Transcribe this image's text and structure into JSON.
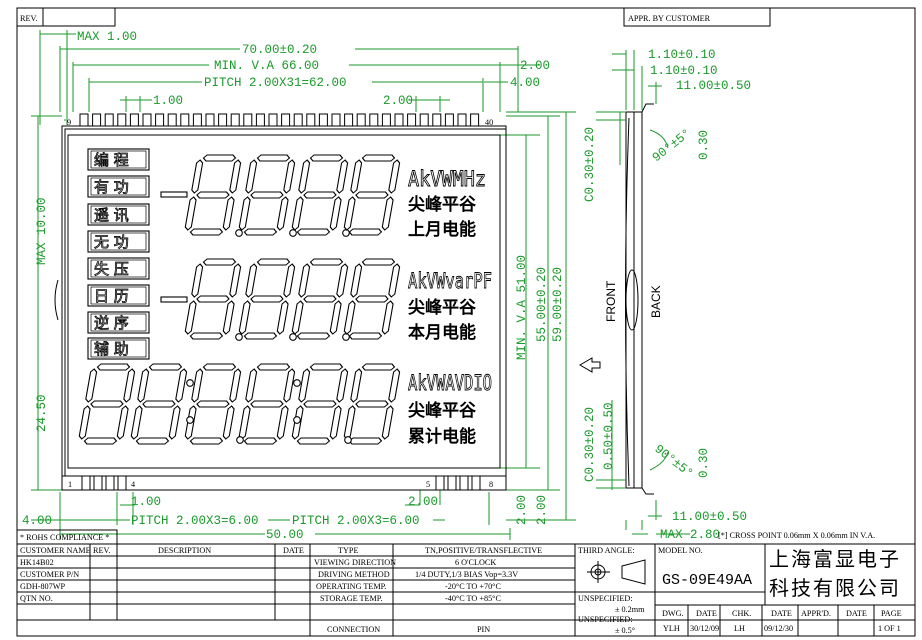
{
  "header": {
    "rev_label": "REV.",
    "appr_label": "APPR. BY CUSTOMER"
  },
  "dimensions": {
    "max_1": "MAX 1.00",
    "width_70": "70.00±0.20",
    "min_va_66": "MIN. V.A 66.00",
    "pitch_top": "PITCH 2.00X31=62.00",
    "d2_top": "2.00",
    "d4_top": "4.00",
    "d1_pin": "1.00",
    "d2_pin": "2.00",
    "max_10": "MAX 10.00",
    "d24_5": "24.50",
    "min_va_51": "MIN. V.A 51.00",
    "h55": "55.00±0.20",
    "h59": "59.00±0.20",
    "d2_right_a": "2.00",
    "d2_right_b": "2.00",
    "d4_bottom": "4.00",
    "d1_bottom": "1.00",
    "pitch_bl": "PITCH 2.00X3=6.00",
    "pitch_br": "PITCH 2.00X3=6.00",
    "d2_bottom": "2.00",
    "width_50": "50.00",
    "side_110a": "1.10±0.10",
    "side_110b": "1.10±0.10",
    "side_11a": "11.00±0.50",
    "side_11b": "11.00±0.50",
    "side_c030a": "C0.30±0.20",
    "side_c030b": "C0.30±0.20",
    "side_050": "0.50±0.50",
    "side_030a": "0.30",
    "side_030b": "0.30",
    "side_90a": "90°±5°",
    "side_90b": "90°±5°",
    "side_front": "FRONT",
    "side_back": "BACK",
    "side_max": "MAX 2.80"
  },
  "lcd": {
    "pin_top_left": "9",
    "pin_top_right": "40",
    "pin_bottom_left": "1",
    "pin_bottom_4": "4",
    "pin_bottom_5": "5",
    "pin_bottom_8": "8",
    "labels": [
      "编 程",
      "有 功",
      "遥 讯",
      "无 功",
      "失 压",
      "日 历",
      "逆 序",
      "辅 助"
    ],
    "row1_unit": "AkVWMHz",
    "row1_a": "尖峰平谷",
    "row1_b": "上月电能",
    "row2_unit": "AkVWvarPF",
    "row2_a": "尖峰平谷",
    "row2_b": "本月电能",
    "row3_unit": "AkVWAVDIO",
    "row3_a": "尖峰平谷",
    "row3_b": "累计电能"
  },
  "notes": {
    "cross_point": "[*] CROSS POINT 0.06mm X 0.06mm IN V.A.",
    "rohs": "* ROHS COMPLIANCE *"
  },
  "table": {
    "col_customer_name": "CUSTOMER NAME",
    "col_rev": "REV.",
    "col_description": "DESCRIPTION",
    "col_date": "DATE",
    "customer_name": "HK14B02",
    "customer_pn_label": "CUSTOMER P/N",
    "customer_pn": "GDH-807WP",
    "qtn_label": "QTN NO.",
    "type_label": "TYPE",
    "type_value": "TN,POSITIVE/TRANSFLECTIVE",
    "view_label": "VIEWING DIRECTION",
    "view_value": "6 O'CLOCK",
    "drive_label": "DRIVING METHOD",
    "drive_value": "1/4 DUTY,1/3 BIAS Vop=3.3V",
    "optemp_label": "OPERATING TEMP.",
    "optemp_value": "-20°C TO +70°C",
    "sttemp_label": "STORAGE TEMP.",
    "sttemp_value": "-40°C TO +85°C",
    "conn_label": "CONNECTION",
    "conn_value": "PIN",
    "third_angle": "THIRD ANGLE:",
    "model_label": "MODEL NO.",
    "model_value": "GS-09E49AA",
    "company_1": "上海富显电子",
    "company_2": "科技有限公司",
    "unspec_1": "UNSPECIFIED:",
    "unspec_1_val": "± 0.2mm",
    "unspec_2": "UNSPECIFIED:",
    "unspec_2_val": "± 0.5°",
    "dwg_label": "DWG.",
    "date_label": "DATE",
    "chk_label": "CHK.",
    "date2_label": "DATE",
    "apprd_label": "APPR'D.",
    "date3_label": "DATE",
    "page_label": "PAGE",
    "dwg_value": "YLH",
    "date_value": "30/12/09",
    "chk_value": "LH",
    "date2_value": "09/12/30",
    "page_value": "1 OF 1"
  },
  "colors": {
    "dimension": "#1a9a2a",
    "outline": "#000000"
  }
}
